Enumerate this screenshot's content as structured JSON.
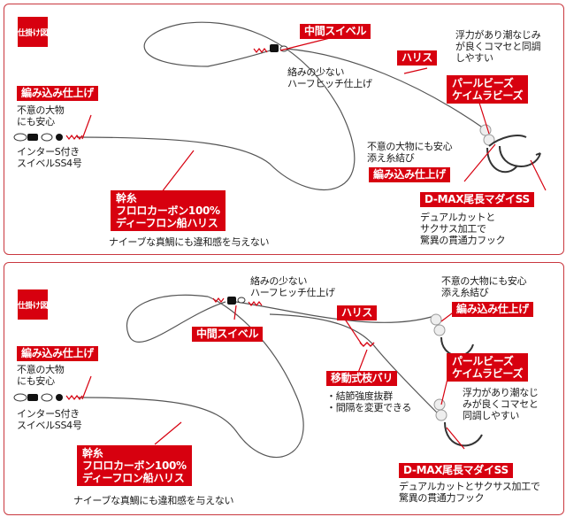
{
  "panel_top": {
    "tag": "仕掛け図",
    "labels": {
      "hon_ami_left": "編み込み仕上げ",
      "nakama_swivel": "中間スイベル",
      "harisu": "ハリス",
      "pearl_beads": "パールビーズ\nケイムラビーズ",
      "hon_ami_right": "編み込み仕上げ",
      "dmax": "D-MAX尾長マダイSS",
      "mikiito": "幹糸\nフロロカーボン100%\nディーフロン船ハリス"
    },
    "texts": {
      "fui_omono_left": "不意の大物\nにも安心",
      "inter_swivel": "インターS付き\nスイベルSS4号",
      "karami": "絡みの少ない\nハーフヒッチ仕上げ",
      "furyoku": "浮力があり潮なじみ\nが良くコマセと同調\nしやすい",
      "fui_omono_right": "不意の大物にも安心\n添え糸結び",
      "dual_cut": "デュアルカットと\nサクサス加工で\n驚異の貫通力フック",
      "naive": "ナイーブな真鯛にも違和感を与えない"
    }
  },
  "panel_bottom": {
    "tag": "仕掛け図",
    "labels": {
      "hon_ami_left": "編み込み仕上げ",
      "nakama_swivel": "中間スイベル",
      "harisu": "ハリス",
      "idou_edahari": "移動式枝バリ",
      "hon_ami_right": "編み込み仕上げ",
      "pearl_beads": "パールビーズ\nケイムラビーズ",
      "dmax": "D-MAX尾長マダイSS",
      "mikiito": "幹糸\nフロロカーボン100%\nディーフロン船ハリス"
    },
    "texts": {
      "fui_omono_left": "不意の大物\nにも安心",
      "inter_swivel": "インターS付き\nスイベルSS4号",
      "karami": "絡みの少ない\nハーフヒッチ仕上げ",
      "fui_omono_right": "不意の大物にも安心\n添え糸結び",
      "edahari_points": "・結節強度抜群\n・間隔を変更できる",
      "furyoku": "浮力があり潮なじ\nみが良くコマセと\n同調しやすい",
      "dual_cut": "デュアルカットとサクサス加工で\n驚異の貫通力フック",
      "naive": "ナイーブな真鯛にも違和感を与えない"
    }
  },
  "colors": {
    "accent": "#d7000f",
    "border": "#c9383f",
    "line": "#555555"
  }
}
